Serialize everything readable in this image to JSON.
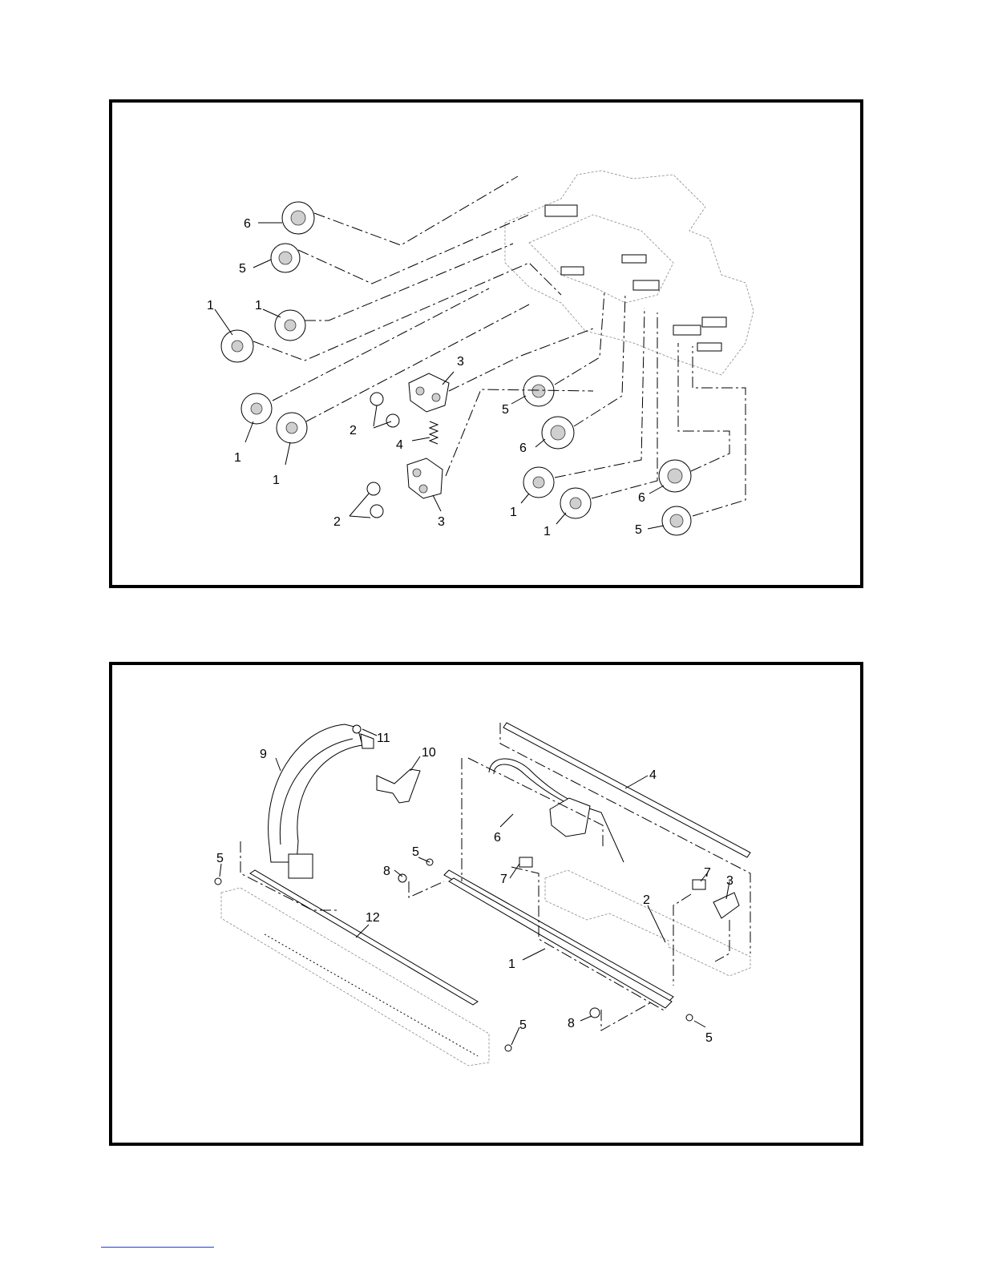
{
  "diagrams": [
    {
      "id": "top",
      "callouts": [
        "6",
        "5",
        "1",
        "1",
        "1",
        "1",
        "3",
        "2",
        "4",
        "3",
        "2",
        "5",
        "6",
        "1",
        "1",
        "6",
        "5"
      ]
    },
    {
      "id": "bottom",
      "callouts": [
        "11",
        "10",
        "9",
        "4",
        "6",
        "5",
        "5",
        "8",
        "7",
        "7",
        "3",
        "2",
        "12",
        "1",
        "8",
        "5",
        "5"
      ]
    }
  ]
}
